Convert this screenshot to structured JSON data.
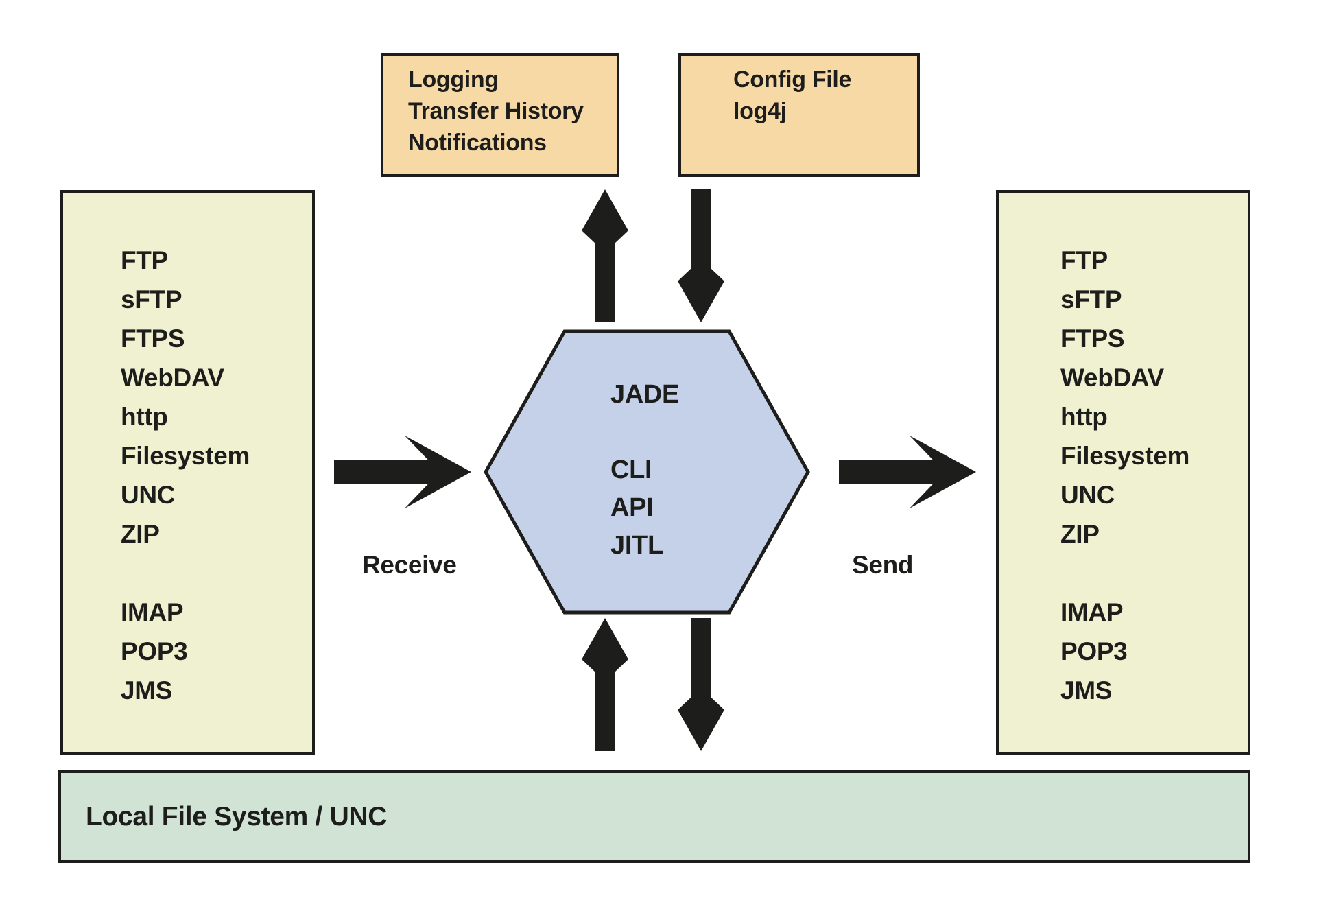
{
  "colors": {
    "canvas": "#ffffff",
    "protocol-fill": "#f0f1d1",
    "note-fill": "#f7d9a5",
    "hexagon-fill": "#c5d1e8",
    "bar-fill": "#d0e3d5",
    "line": "#1d1d1b",
    "text": "#1d1d1b"
  },
  "logging_box": {
    "lines": [
      "Logging",
      "Transfer History",
      "Notifications"
    ]
  },
  "config_box": {
    "lines": [
      "Config File",
      "log4j"
    ]
  },
  "left_protocol_box": {
    "items": [
      "FTP",
      "sFTP",
      "FTPS",
      "WebDAV",
      "http",
      "Filesystem",
      "UNC",
      "ZIP",
      "",
      "IMAP",
      "POP3",
      "JMS"
    ]
  },
  "right_protocol_box": {
    "items": [
      "FTP",
      "sFTP",
      "FTPS",
      "WebDAV",
      "http",
      "Filesystem",
      "UNC",
      "ZIP",
      "",
      "IMAP",
      "POP3",
      "JMS"
    ]
  },
  "hexagon": {
    "lines": [
      "JADE",
      "",
      "CLI",
      "API",
      "JITL"
    ]
  },
  "labels": {
    "receive": "Receive",
    "send": "Send"
  },
  "bottom_bar": {
    "label": "Local File System / UNC"
  },
  "icons": {
    "arrows": [
      "receive-arrow",
      "send-arrow",
      "log-up-arrow",
      "config-down-arrow",
      "filesystem-up-arrow",
      "filesystem-down-arrow"
    ]
  }
}
